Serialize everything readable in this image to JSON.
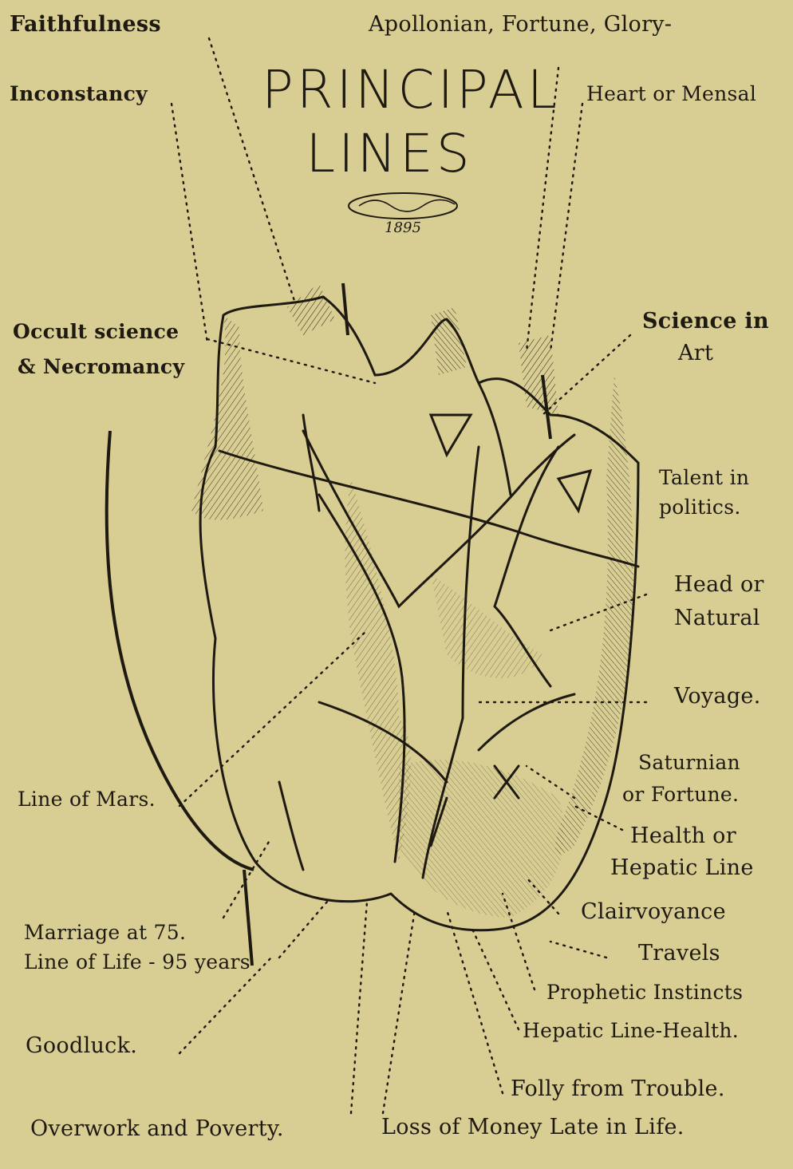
{
  "title": {
    "line1": "PRINCIPAL",
    "line2": "LINES"
  },
  "signature": {
    "year": "1895"
  },
  "labels": {
    "faithfulness": "Faithfulness",
    "apollonian": "Apollonian, Fortune, Glory-",
    "inconstancy": "Inconstancy",
    "heart": "Heart or Mensal",
    "occult1": "Occult science",
    "occult2": "& Necromancy",
    "science1": "Science in",
    "science2": "Art",
    "talent1": "Talent in",
    "talent2": "politics.",
    "head1": "Head or",
    "head2": "Natural",
    "voyage": "Voyage.",
    "saturnian1": "Saturnian",
    "saturnian2": "or Fortune.",
    "health1": "Health or",
    "health2": "Hepatic Line",
    "mars": "Line of Mars.",
    "clairvoyance": "Clairvoyance",
    "travels": "Travels",
    "marriage1": "Marriage at 75.",
    "marriage2": "Line of Life - 95 years",
    "prophetic": "Prophetic Instincts",
    "hepatic": "Hepatic Line-Health.",
    "goodluck": "Goodluck.",
    "folly": "Folly from Trouble.",
    "overwork": "Overwork and Poverty.",
    "loss": "Loss of Money Late in Life."
  },
  "colors": {
    "paper": "#d8cd92",
    "ink": "#1e1a12"
  }
}
